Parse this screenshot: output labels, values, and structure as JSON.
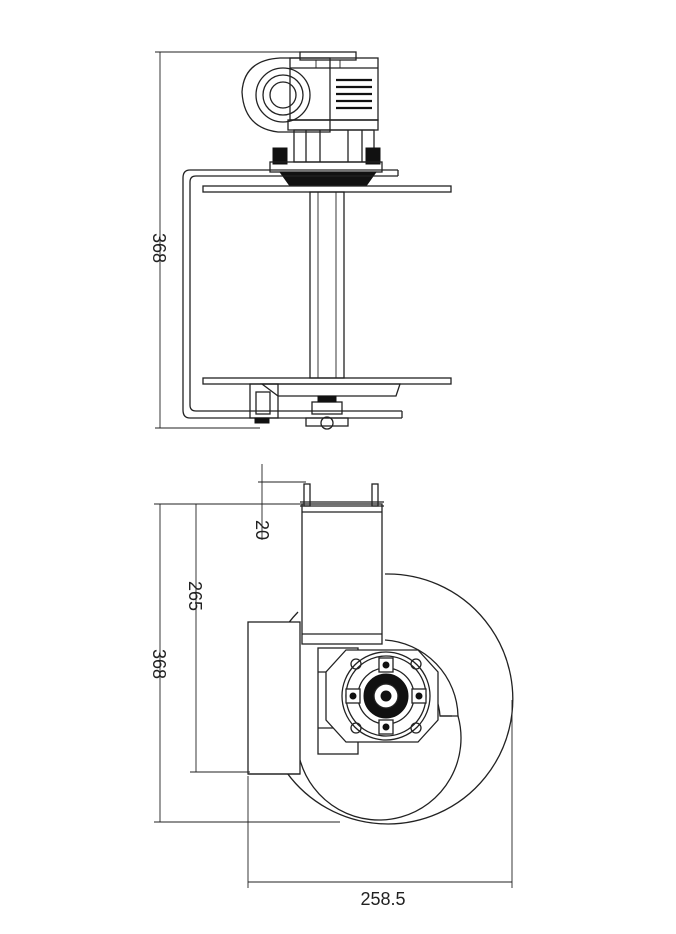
{
  "drawing": {
    "side_view": {
      "height_label": "368"
    },
    "front_view": {
      "height_label": "368",
      "inner_height_label": "265",
      "top_offset_label": "20",
      "width_label": "258.5"
    }
  }
}
